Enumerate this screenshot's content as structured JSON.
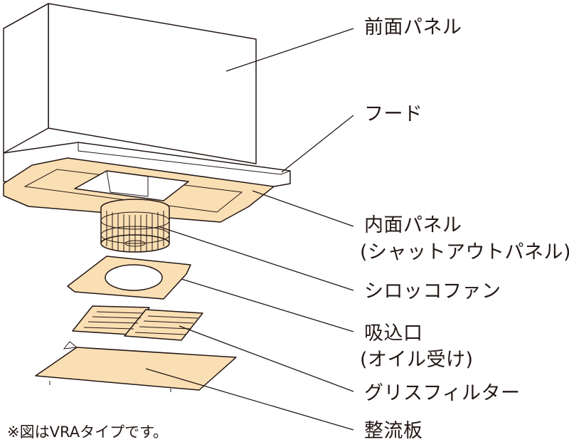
{
  "parts": [
    {
      "name": "front-panel",
      "label": "前面パネル"
    },
    {
      "name": "hood",
      "label": "フード"
    },
    {
      "name": "inner-panel",
      "label": "内面パネル"
    },
    {
      "name": "inner-panel-sub",
      "label": "(シャットアウトパネル)"
    },
    {
      "name": "sirocco-fan",
      "label": "シロッコファン"
    },
    {
      "name": "intake",
      "label": "吸込口"
    },
    {
      "name": "intake-sub",
      "label": "(オイル受け)"
    },
    {
      "name": "grease-filter",
      "label": "グリスフィルター"
    },
    {
      "name": "rectifier-plate",
      "label": "整流板"
    }
  ],
  "note": "※図はVRAタイプです。",
  "colors": {
    "part_fill": "#fbdfb4",
    "line": "#231815",
    "background": "#ffffff"
  }
}
